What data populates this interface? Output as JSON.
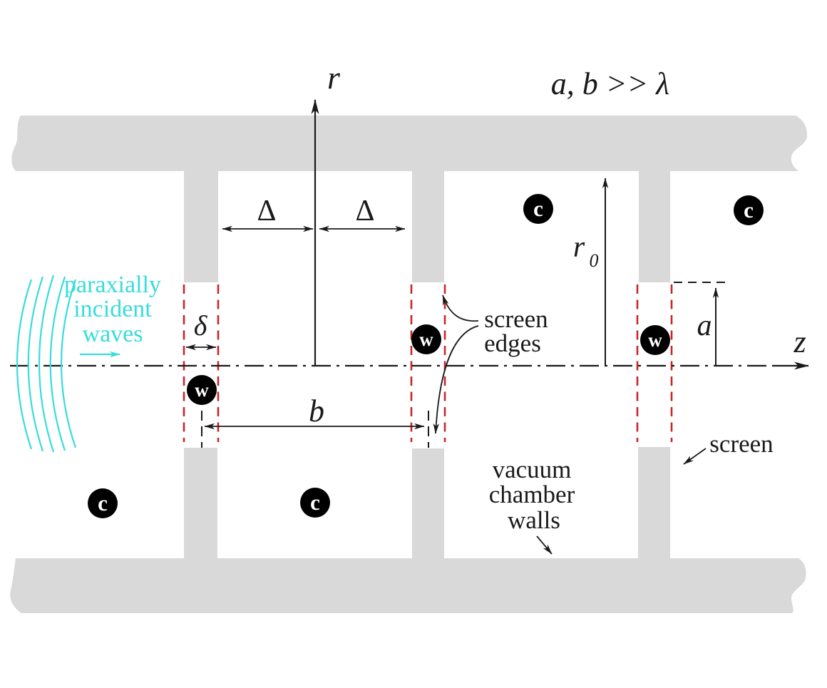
{
  "condition_note": "a, b >> λ",
  "axes": {
    "r_label": "r",
    "z_label": "z"
  },
  "dimensions": {
    "half_period_left": "Δ",
    "half_period_right": "Δ",
    "screen_thickness": "δ",
    "period": "b",
    "chamber_radius_main": "r",
    "chamber_radius_sub": "0",
    "aperture_radius": "a"
  },
  "incident_waves": {
    "line1": "paraxially",
    "line2": "incident",
    "line3": "waves"
  },
  "annotations": {
    "screen_edges_line1": "screen",
    "screen_edges_line2": "edges",
    "vacuum_walls_line1": "vacuum",
    "vacuum_walls_line2": "chamber",
    "vacuum_walls_line3": "walls",
    "screen_label": "screen"
  },
  "markers": {
    "chamber_wall_marker": "c",
    "screen_marker": "w"
  },
  "colors": {
    "wall": "#d9d9d9",
    "edge": "#c5282a",
    "wave": "#38dcdc",
    "ink": "#1a1a1a"
  }
}
